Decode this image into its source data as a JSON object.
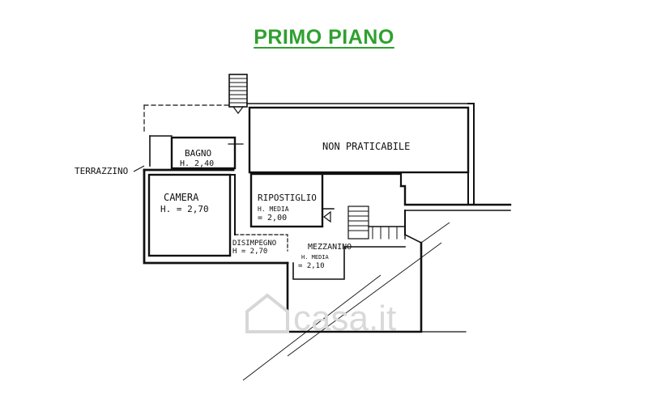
{
  "title": "PRIMO PIANO",
  "rooms": {
    "terrazzino": "TERRAZZINO",
    "bagno": {
      "name": "BAGNO",
      "height": "H. 2,40"
    },
    "camera": {
      "name": "CAMERA",
      "height": "H. = 2,70"
    },
    "ripostiglio": {
      "name": "RIPOSTIGLIO",
      "height_label": "H. MEDIA",
      "height": "= 2,00"
    },
    "non_praticabile": "NON PRATICABILE",
    "disimpegno": {
      "name": "DISIMPEGNO",
      "height": "H = 2,70"
    },
    "mezzanino": {
      "name": "MEZZANINO",
      "height_label": "H. MEDIA",
      "height": "= 2,10"
    }
  },
  "watermark": "casa.it",
  "colors": {
    "title": "#2fa02f",
    "line": "#111111",
    "watermark": "#d9d9d9"
  }
}
